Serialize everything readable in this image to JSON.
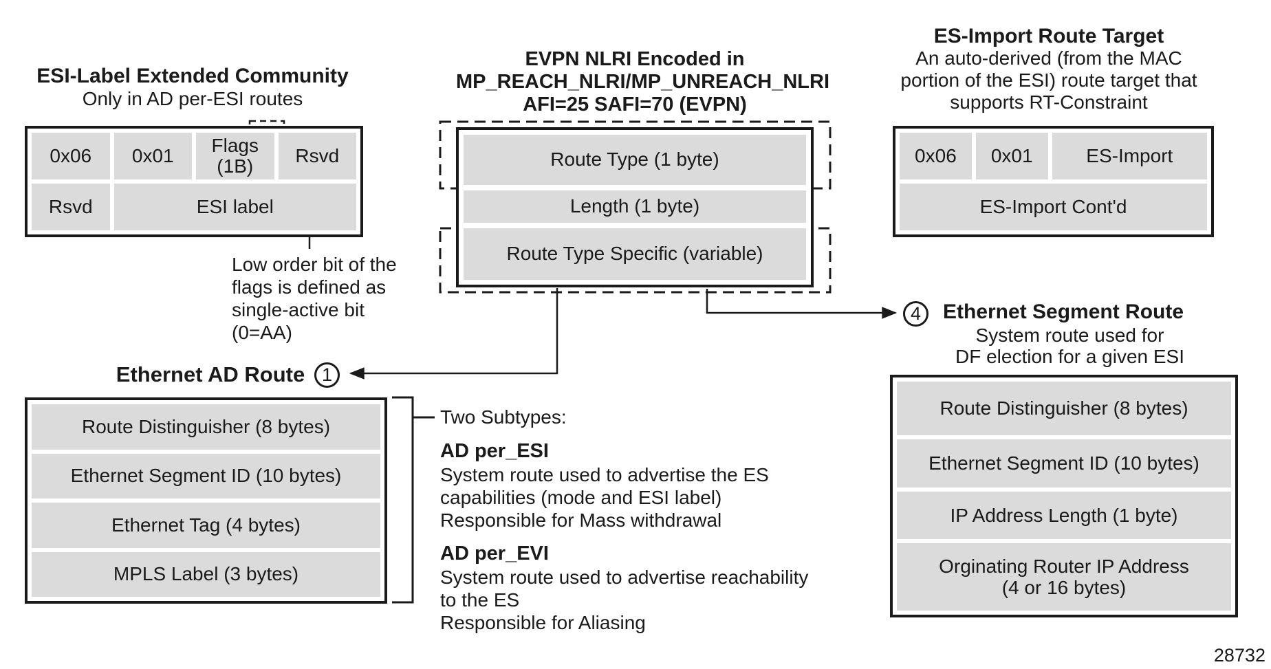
{
  "page": {
    "fig_number": "28732"
  },
  "colors": {
    "cell_fill": "#dbdbdb",
    "line": "#1a1a1a",
    "background": "#ffffff"
  },
  "esi_label_community": {
    "title": "ESI-Label Extended Community",
    "subtitle": "Only in AD per-ESI routes",
    "row1": [
      "0x06",
      "0x01",
      "Flags\n(1B)",
      "Rsvd"
    ],
    "row2": [
      "Rsvd",
      "ESI label"
    ],
    "flags_note": "Low order bit of the\nflags is defined as\nsingle-active bit\n(0=AA)"
  },
  "evpn_nlri": {
    "title": "EVPN NLRI Encoded in\nMP_REACH_NLRI/MP_UNREACH_NLRI\nAFI=25 SAFI=70 (EVPN)",
    "rows": [
      "Route Type (1 byte)",
      "Length (1 byte)",
      "Route Type Specific (variable)"
    ]
  },
  "es_import_rt": {
    "title": "ES-Import Route Target",
    "subtitle": "An auto-derived (from the MAC\nportion of the ESI) route target that\nsupports RT-Constraint",
    "row1": [
      "0x06",
      "0x01",
      "ES-Import"
    ],
    "row2": [
      "ES-Import Cont'd"
    ]
  },
  "ethernet_ad_route": {
    "badge": "1",
    "title": "Ethernet AD Route",
    "rows": [
      "Route Distinguisher (8 bytes)",
      "Ethernet Segment ID (10 bytes)",
      "Ethernet Tag (4 bytes)",
      "MPLS Label (3 bytes)"
    ],
    "subtypes_heading": "Two Subtypes:",
    "subtypes": [
      {
        "name": "AD per_ESI",
        "desc": "System route used to advertise the ES\ncapabilities (mode and ESI label)\nResponsible for Mass withdrawal"
      },
      {
        "name": "AD per_EVI",
        "desc": "System route used to advertise reachability\nto the ES\nResponsible for Aliasing"
      }
    ]
  },
  "ethernet_segment_route": {
    "badge": "4",
    "title": "Ethernet Segment Route",
    "subtitle": "System route used for\nDF election for a given ESI",
    "rows": [
      "Route Distinguisher (8 bytes)",
      "Ethernet Segment ID (10 bytes)",
      "IP Address Length (1 byte)",
      "Orginating Router IP Address\n(4 or 16 bytes)"
    ]
  }
}
